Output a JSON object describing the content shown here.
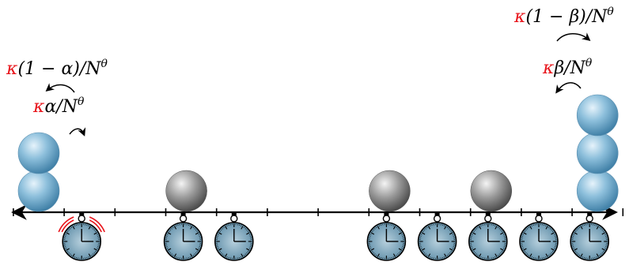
{
  "labels": {
    "left_upper": {
      "kappa": "κ",
      "body": "(1 − α)/N",
      "exp": "θ"
    },
    "left_lower": {
      "kappa": "κ",
      "body": "α/N",
      "exp": "θ"
    },
    "right_upper": {
      "kappa": "κ",
      "body": "(1 − β)/N",
      "exp": "θ"
    },
    "right_lower": {
      "kappa": "κ",
      "body": "β/N",
      "exp": "θ"
    }
  },
  "colors": {
    "kappa": "#e8141b",
    "ball_blue": "#6fa8c9",
    "ball_gray": "#8a8a8a",
    "clock_face": "#7fa7bd",
    "alarm_marks": "#e8141b"
  },
  "lattice": {
    "sites": 12,
    "blue_stacks": [
      {
        "site": 0,
        "count": 2
      },
      {
        "site": 11,
        "count": 3
      }
    ],
    "gray_balls_at_sites": [
      3,
      7,
      9
    ],
    "clocks_at_sites": [
      1,
      3,
      4,
      7,
      8,
      9,
      10,
      11
    ],
    "ringing_clock_site": 1
  },
  "icons": {
    "clock": "stopwatch-icon",
    "arrow": "curved-arrow-icon"
  }
}
